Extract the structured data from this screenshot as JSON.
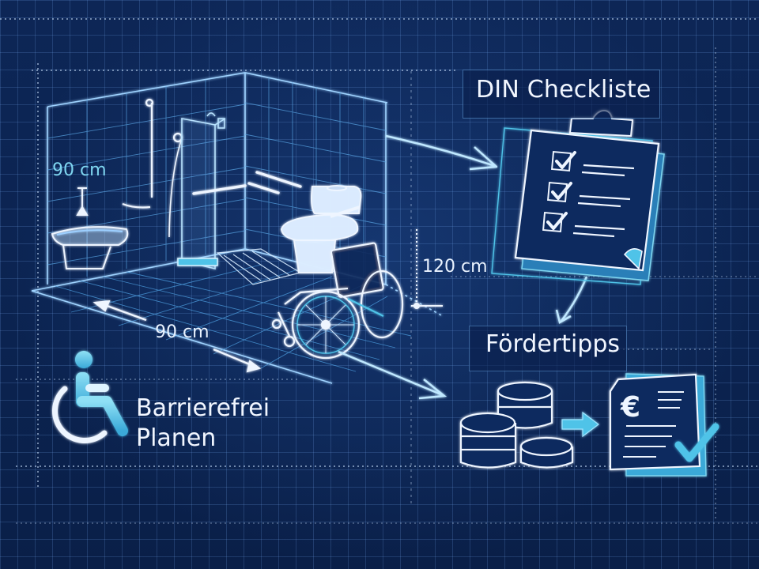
{
  "title_panel": {
    "line1": "Barrierefrei",
    "line2": "Planen",
    "icon": "wheelchair-accessibility-icon"
  },
  "checklist_panel": {
    "title": "DIN Checkliste",
    "icon": "clipboard-checklist-icon",
    "checked_items": 3
  },
  "funding_panel": {
    "title": "Fördertipps",
    "icons": [
      "coin-stacks-icon",
      "arrow-right-icon",
      "euro-document-icon",
      "checkmark-icon"
    ],
    "currency_symbol": "€"
  },
  "dimensions": {
    "sink_height": "90 cm",
    "toilet_clearance": "120 cm",
    "floor_width": "90 cm"
  },
  "colors": {
    "background": "#0b2350",
    "grid": "#6ea0e6",
    "line_white": "#eef5ff",
    "accent_cyan": "#4fc3e8",
    "accent_light": "#7fd6f0"
  }
}
